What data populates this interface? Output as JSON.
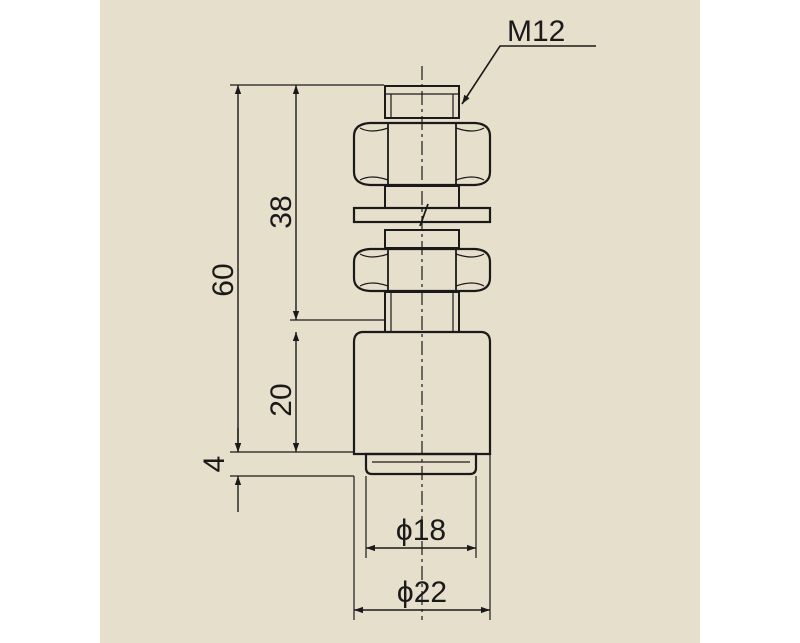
{
  "drawing": {
    "thread_callout": "M12",
    "dim_total_height": "60",
    "dim_thread_length": "38",
    "dim_body_height": "20",
    "dim_tip_height": "4",
    "dim_tip_diameter": "ϕ18",
    "dim_body_diameter": "ϕ22"
  },
  "colors": {
    "background": "#e6dfcc",
    "margin": "#ffffff",
    "line": "#1a1a1a"
  }
}
